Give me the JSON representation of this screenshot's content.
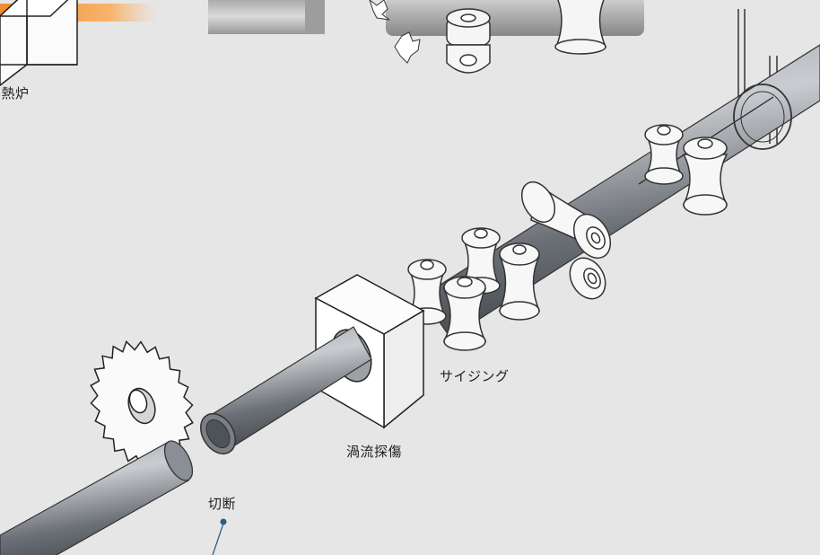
{
  "labels": {
    "furnace": "加熱炉",
    "sizing": "サイジング",
    "eddy_current": "渦流探傷",
    "cutting": "切断"
  },
  "colors": {
    "background": "#e6e6e6",
    "pipe_dark": "#5c6066",
    "pipe_light": "#b7bbc0",
    "furnace_glow": "#f59a3a",
    "leader_line": "#2b5f86"
  }
}
